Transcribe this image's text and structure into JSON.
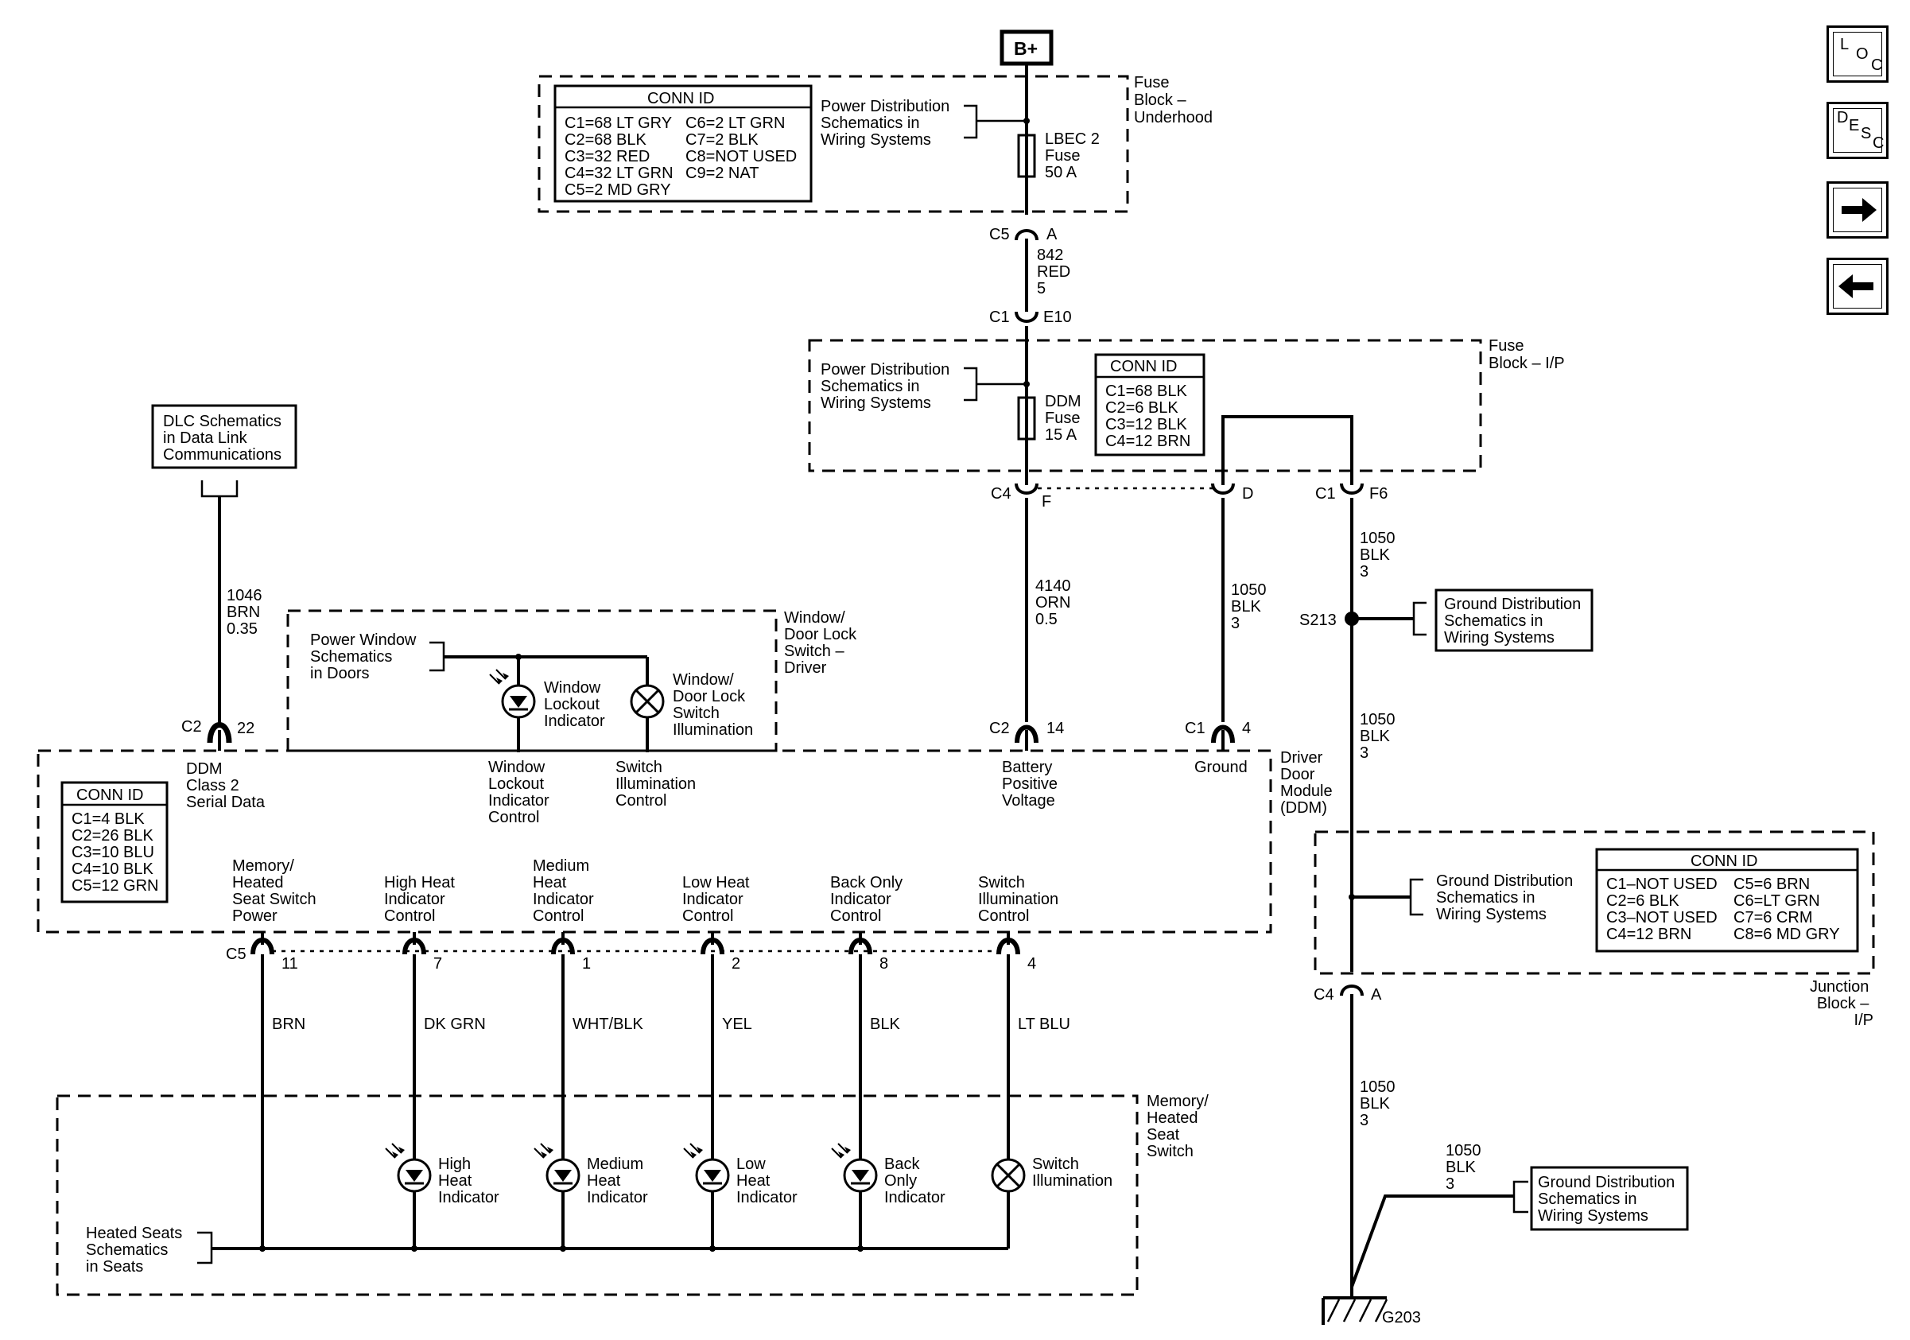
{
  "nav": {
    "loc": {
      "l": "L",
      "o": "O",
      "c": "C"
    },
    "desc": {
      "d": "D",
      "e": "E",
      "s": "S",
      "c": "C"
    }
  },
  "top": {
    "b_plus": "B+",
    "fuse_block_underhood": [
      "Fuse",
      "Block –",
      "Underhood"
    ],
    "conn_id_title": "CONN ID",
    "conn_underhood_left": [
      "C1=68 LT GRY",
      "C2=68 BLK",
      "C3=32 RED",
      "C4=32 LT GRN",
      "C5=2 MD GRY"
    ],
    "conn_underhood_right": [
      "C6=2 LT GRN",
      "C7=2 BLK",
      "C8=NOT USED",
      "C9=2 NAT"
    ],
    "power_dist_1": [
      "Power Distribution",
      "Schematics in",
      "Wiring  Systems"
    ],
    "lbec_fuse": [
      "LBEC 2",
      "Fuse",
      "50 A"
    ],
    "c5": "C5",
    "c5_pin": "A",
    "wire_842": [
      "842",
      "RED",
      "5"
    ],
    "c1_top": "C1",
    "c1_top_pin": "E10"
  },
  "ip_fuse": {
    "label": [
      "Fuse",
      "Block – I/P"
    ],
    "power_dist_2": [
      "Power Distribution",
      "Schematics in",
      "Wiring  Systems"
    ],
    "ddm_fuse": [
      "DDM",
      "Fuse",
      "15 A"
    ],
    "conn_id_title": "CONN ID",
    "conn": [
      "C1=68 BLK",
      "C2=6 BLK",
      "C3=12 BLK",
      "C4=12 BRN"
    ],
    "c4": "C4",
    "c4_pin_f": "F",
    "c4_pin_d": "D",
    "c1": "C1",
    "c1_pin": "F6"
  },
  "dlc": {
    "box": [
      "DLC Schematics",
      "in Data Link",
      "Communications"
    ],
    "wire": [
      "1046",
      "BRN",
      "0.35"
    ],
    "c2": "C2",
    "c2_pin": "22"
  },
  "window_switch": {
    "label": [
      "Window/",
      "Door Lock",
      "Switch –",
      "Driver"
    ],
    "power_window": [
      "Power Window",
      "Schematics",
      "in Doors"
    ],
    "lockout": [
      "Window",
      "Lockout",
      "Indicator"
    ],
    "illum": [
      "Window/",
      "Door Lock",
      "Switch",
      "Illumination"
    ]
  },
  "battery_wire": [
    "4140",
    "ORN",
    "0.5"
  ],
  "ground_wire_d": [
    "1050",
    "BLK",
    "3"
  ],
  "ddm": {
    "label": [
      "Driver",
      "Door",
      "Module",
      "(DDM)"
    ],
    "c2_14": "C2",
    "pin_14": "14",
    "c1_4": "C1",
    "pin_4": "4",
    "serial": [
      "DDM",
      "Class 2",
      "Serial Data"
    ],
    "lockout_ctrl": [
      "Window",
      "Lockout",
      "Indicator",
      "Control"
    ],
    "illum_ctrl": [
      "Switch",
      "Illumination",
      "Control"
    ],
    "battery": [
      "Battery",
      "Positive",
      "Voltage"
    ],
    "ground": "Ground",
    "conn_id_title": "CONN ID",
    "conn": [
      "C1=4 BLK",
      "C2=26 BLK",
      "C3=10 BLU",
      "C4=10 BLK",
      "C5=12 GRN"
    ],
    "c5_outputs": [
      {
        "label": [
          "Memory/",
          "Heated",
          "Seat Switch",
          "Power"
        ],
        "pin": "11",
        "color": "BRN"
      },
      {
        "label": [
          "High Heat",
          "Indicator",
          "Control"
        ],
        "pin": "7",
        "color": "DK GRN"
      },
      {
        "label": [
          "Medium",
          "Heat",
          "Indicator",
          "Control"
        ],
        "pin": "1",
        "color": "WHT/BLK"
      },
      {
        "label": [
          "Low Heat",
          "Indicator",
          "Control"
        ],
        "pin": "2",
        "color": "YEL"
      },
      {
        "label": [
          "Back Only",
          "Indicator",
          "Control"
        ],
        "pin": "8",
        "color": "BLK"
      },
      {
        "label": [
          "Switch",
          "Illumination",
          "Control"
        ],
        "pin": "4",
        "color": "LT BLU"
      }
    ],
    "c5": "C5"
  },
  "seat_switch": {
    "label": [
      "Memory/",
      "Heated",
      "Seat",
      "Switch"
    ],
    "heated_seats": [
      "Heated Seats",
      "Schematics",
      "in Seats"
    ],
    "lamps": [
      [
        "High",
        "Heat",
        "Indicator"
      ],
      [
        "Medium",
        "Heat",
        "Indicator"
      ],
      [
        "Low",
        "Heat",
        "Indicator"
      ],
      [
        "Back",
        "Only",
        "Indicator"
      ],
      [
        "Switch",
        "Illumination"
      ]
    ]
  },
  "ground_path": {
    "wire_f6": [
      "1050",
      "BLK",
      "3"
    ],
    "s213": "S213",
    "gd_box_1": [
      "Ground Distribution",
      "Schematics in",
      "Wiring Systems"
    ],
    "wire_mid": [
      "1050",
      "BLK",
      "3"
    ],
    "junction_label": [
      "Junction",
      "Block –",
      "I/P"
    ],
    "gd_2": [
      "Ground Distribution",
      "Schematics in",
      "Wiring Systems"
    ],
    "conn_id_title": "CONN ID",
    "conn_left": [
      "C1–NOT USED",
      "C2=6 BLK",
      "C3–NOT USED",
      "C4=12 BRN"
    ],
    "conn_right": [
      "C5=6 BRN",
      "C6=LT GRN",
      "C7=6 CRM",
      "C8=6 MD GRY"
    ],
    "c4": "C4",
    "c4_pin": "A",
    "wire_low": [
      "1050",
      "BLK",
      "3"
    ],
    "wire_g": [
      "1050",
      "BLK",
      "3"
    ],
    "gd_box_3": [
      "Ground Distribution",
      "Schematics in",
      "Wiring Systems"
    ],
    "g203": "G203"
  }
}
